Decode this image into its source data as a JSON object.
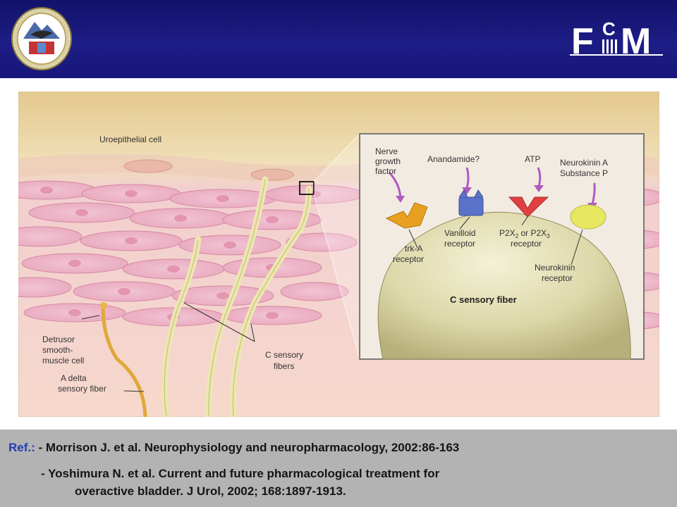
{
  "header": {
    "logo_left": "university-seal",
    "logo_right": {
      "text_top": "C",
      "text_main": "F M",
      "icon": "columns-icon"
    }
  },
  "diagram": {
    "labels": {
      "uroepithelial": "Uroepithelial cell",
      "detrusor_1": "Detrusor",
      "detrusor_2": "smooth-",
      "detrusor_3": "muscle cell",
      "adelta_1": "A delta",
      "adelta_2": "sensory fiber",
      "c_fibers_1": "C sensory",
      "c_fibers_2": "fibers"
    },
    "inset": {
      "title": "C sensory fiber",
      "ligands": {
        "ngf_1": "Nerve",
        "ngf_2": "growth",
        "ngf_3": "factor",
        "anandamide": "Anandamide?",
        "atp": "ATP",
        "nk_1": "Neurokinin A",
        "nk_2": "Substance P"
      },
      "receptors": {
        "trka_1": "trk-A",
        "trka_2": "receptor",
        "vanilloid_1": "Vanilloid",
        "vanilloid_2": "receptor",
        "p2x_main": "P2X",
        "p2x_sub1": "2",
        "p2x_or": " or P2X",
        "p2x_sub2": "3",
        "p2x_2": "receptor",
        "nk_r1": "Neurokinin",
        "nk_r2": "receptor"
      }
    }
  },
  "references": {
    "label": "Ref.:",
    "ref1": " - Morrison J. et al. Neurophysiology and neuropharmacology, 2002:86-163",
    "ref2_line1": "- Yoshimura N. et al. Current and future pharmacological treatment for",
    "ref2_line2": "overactive bladder. J Urol, 2002; 168:1897-1913."
  },
  "colors": {
    "header_bg": "#1a1a80",
    "ref_bg": "#b3b3b3",
    "ref_label": "#1f3fb3",
    "trka": "#e8a020",
    "vanilloid": "#5a73c8",
    "p2x": "#e04040",
    "neurokinin": "#e8e860"
  }
}
